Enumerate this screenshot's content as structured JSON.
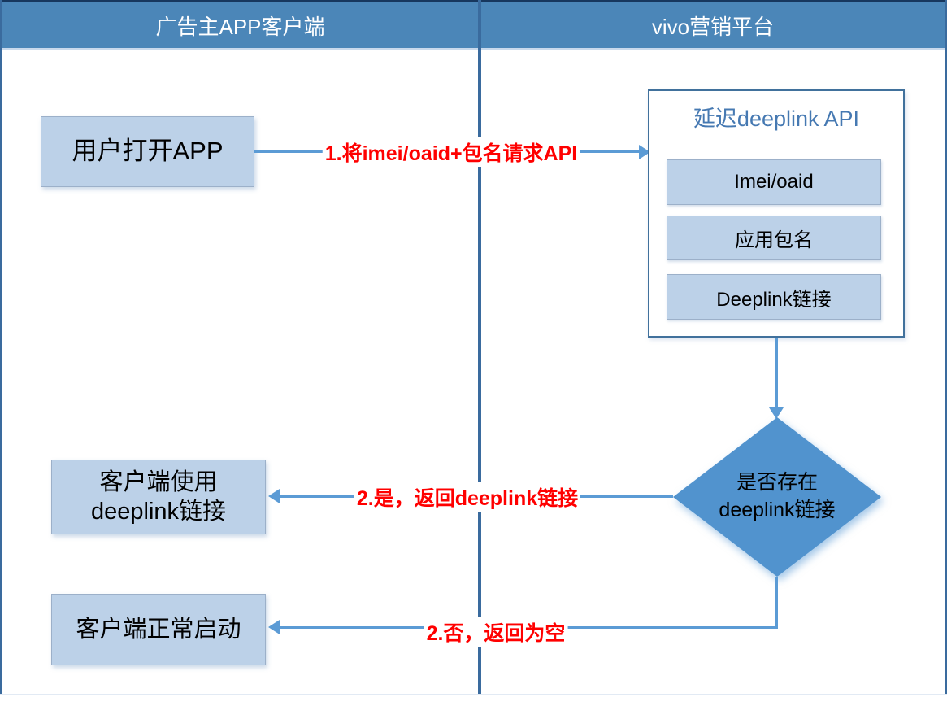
{
  "header": {
    "left_lane": "广告主APP客户端",
    "right_lane": "vivo营销平台"
  },
  "nodes": {
    "user_open_app": {
      "label": "用户打开APP"
    },
    "api_panel": {
      "title": "延迟deeplink API",
      "fields": [
        {
          "label": "Imei/oaid"
        },
        {
          "label": "应用包名"
        },
        {
          "label": "Deeplink链接"
        }
      ]
    },
    "decision": {
      "line1": "是否存在",
      "line2": "deeplink链接"
    },
    "client_use_deeplink": {
      "line1": "客户端使用",
      "line2": "deeplink链接"
    },
    "client_normal_start": {
      "label": "客户端正常启动"
    }
  },
  "edges": {
    "request_api": {
      "label": "1.将imei/oaid+包名请求API"
    },
    "yes_return": {
      "label": "2.是，返回deeplink链接"
    },
    "no_return": {
      "label": "2.否，返回为空"
    }
  },
  "colors": {
    "header_fill": "#4B86B8",
    "header_top_border": "#17375E",
    "lane_border": "#3A6B9E",
    "box_fill": "#BCD1E8",
    "box_border": "#9CB0C9",
    "arrow": "#5B9BD5",
    "panel_border": "#41719C",
    "panel_title": "#4679B2",
    "diamond_fill": "#5193CE",
    "label_red": "#FF0000"
  }
}
